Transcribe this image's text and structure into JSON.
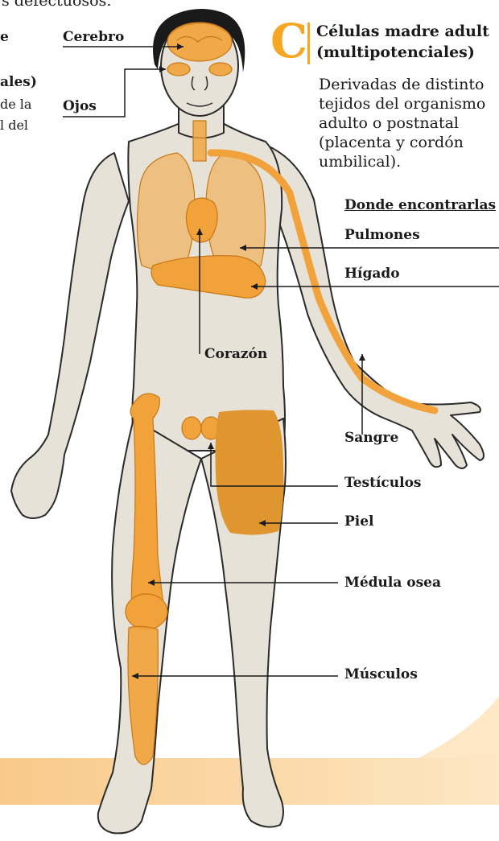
{
  "top_fragment": "s defectuosos.",
  "left_fragments": {
    "f1": "e",
    "f2": "ales)",
    "f3": "de la",
    "f4": "l del"
  },
  "section": {
    "letter": "C",
    "title_line1": "Células madre adult",
    "title_line2": "(multipotenciales)",
    "desc_line1": "Derivadas de distinto",
    "desc_line2": "tejidos del organismo",
    "desc_line3": "adulto o postnatal",
    "desc_line4": "(placenta y cordón",
    "desc_line5": "umbilical).",
    "where_title": "Donde encontrarlas"
  },
  "labels": {
    "cerebro": "Cerebro",
    "ojos": "Ojos",
    "pulmones": "Pulmones",
    "higado": "Hígado",
    "corazon": "Corazón",
    "sangre": "Sangre",
    "testiculos": "Testículos",
    "piel": "Piel",
    "medula": "Médula osea",
    "musculos": "Músculos"
  },
  "colors": {
    "accent": "#f5a623",
    "organ": "#f2a23a",
    "skin": "#e6e2d8",
    "outline": "#2a2a2a",
    "band": "#fbd9a6"
  }
}
